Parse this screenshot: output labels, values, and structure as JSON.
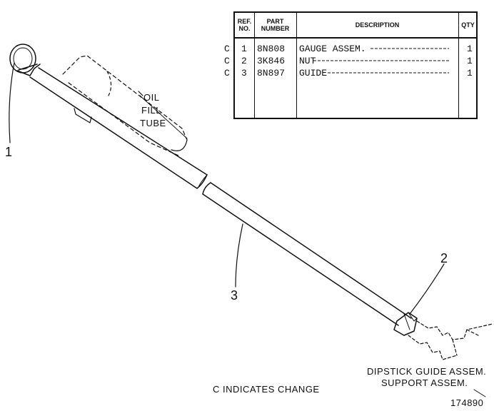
{
  "table": {
    "headers": {
      "ref_no": "REF. NO.",
      "part_number": "PART NUMBER",
      "description": "DESCRIPTION",
      "qty": "QTY"
    },
    "rows": [
      {
        "change": "C",
        "ref": "1",
        "part": "8N808",
        "description": "GAUGE ASSEM.",
        "qty": "1"
      },
      {
        "change": "C",
        "ref": "2",
        "part": "3K846",
        "description": "NUT",
        "qty": "1"
      },
      {
        "change": "C",
        "ref": "3",
        "part": "8N897",
        "description": "GUIDE",
        "qty": "1"
      }
    ]
  },
  "labels": {
    "oil_fill_tube": [
      "OIL",
      "FILL",
      "TUBE"
    ],
    "callout_1": "1",
    "callout_2": "2",
    "callout_3": "3",
    "dipstick_guide": "DIPSTICK GUIDE ASSEM.",
    "support_assem": "SUPPORT ASSEM.",
    "legend": "C INDICATES CHANGE",
    "drawing_number": "174890"
  }
}
